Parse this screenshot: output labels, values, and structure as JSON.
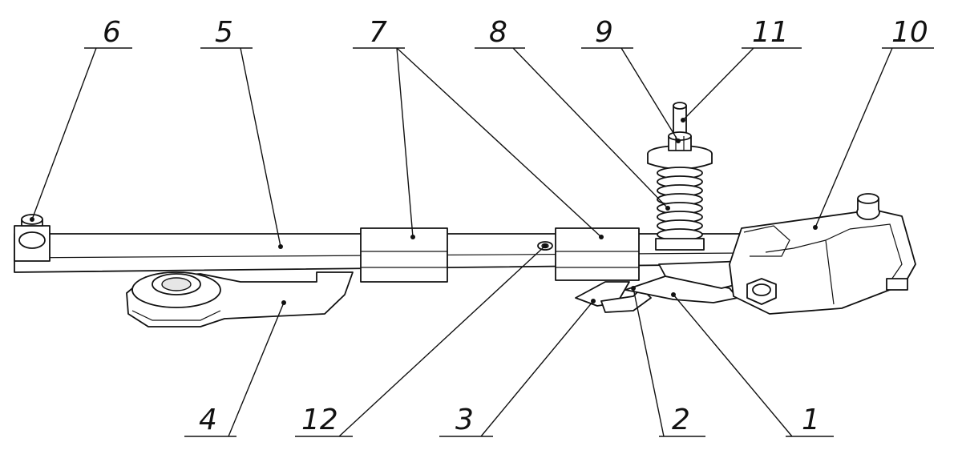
{
  "figure": {
    "callouts": [
      {
        "id": "c1",
        "label": "1"
      },
      {
        "id": "c2",
        "label": "2"
      },
      {
        "id": "c3",
        "label": "3"
      },
      {
        "id": "c4",
        "label": "4"
      },
      {
        "id": "c5",
        "label": "5"
      },
      {
        "id": "c6",
        "label": "6"
      },
      {
        "id": "c7",
        "label": "7"
      },
      {
        "id": "c8",
        "label": "8"
      },
      {
        "id": "c9",
        "label": "9"
      },
      {
        "id": "c10",
        "label": "10"
      },
      {
        "id": "c11",
        "label": "11"
      },
      {
        "id": "c12",
        "label": "12"
      }
    ],
    "colors": {
      "line": "#111111",
      "background": "#ffffff"
    }
  }
}
